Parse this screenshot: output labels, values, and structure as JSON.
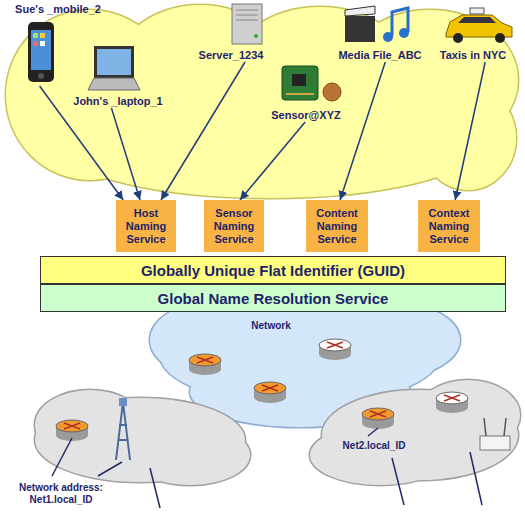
{
  "diagram": {
    "nodes": [
      {
        "text": [
          "Sue's _mobile_2"
        ]
      },
      {
        "text": [
          "John's _laptop_1"
        ]
      },
      {
        "text": [
          "Server_1234"
        ]
      },
      {
        "text": [
          "Sensor@XYZ"
        ]
      },
      {
        "text": [
          "Media File_ABC"
        ]
      },
      {
        "text": [
          "Taxis in NYC"
        ]
      },
      {
        "text": [
          "Host Naming Service"
        ]
      },
      {
        "text": [
          "Sensor Naming Service"
        ]
      },
      {
        "text": [
          "Content Naming Service"
        ]
      },
      {
        "text": [
          "Context Naming Service"
        ]
      },
      {
        "text": [
          "Globally Unique Flat Identifier (GUID)"
        ]
      },
      {
        "text": [
          "Global Name Resolution Service"
        ]
      }
    ],
    "edges": [
      {
        "from": 0,
        "to": 6,
        "arrow": "to"
      },
      {
        "from": 1,
        "to": 6,
        "arrow": "to"
      },
      {
        "from": 2,
        "to": 6,
        "arrow": "to"
      },
      {
        "from": 3,
        "to": 7,
        "arrow": "to"
      },
      {
        "from": 4,
        "to": 8,
        "arrow": "to"
      },
      {
        "from": 5,
        "to": 9,
        "arrow": "to"
      }
    ],
    "labels": [
      "Network",
      "Network address: Net1.local_ID",
      "Net2.local_ID"
    ]
  }
}
